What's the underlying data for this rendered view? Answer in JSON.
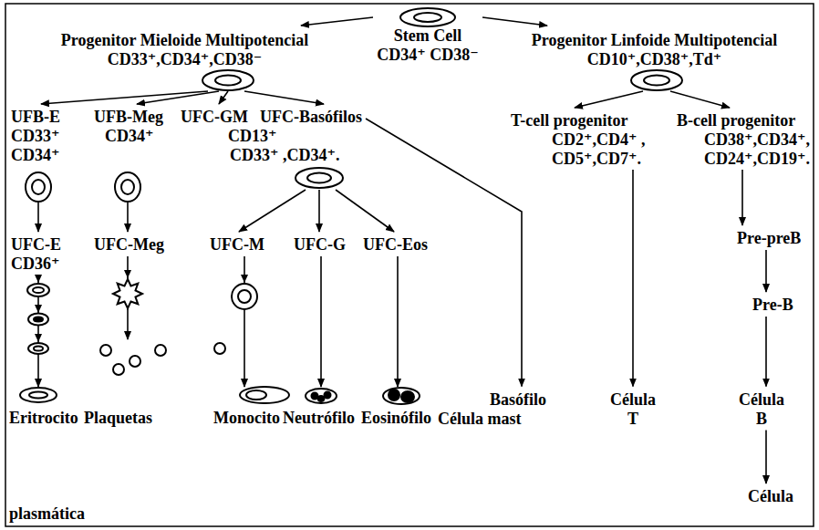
{
  "diagram": {
    "nodes": [
      {
        "text": [
          "Stem Cell",
          "CD34⁺ CD38⁻"
        ]
      },
      {
        "text": [
          "Progenitor Mieloide Multipotencial",
          "CD33⁺,CD34⁺,CD38⁻"
        ]
      },
      {
        "text": [
          "Progenitor Linfoide Multipotencial",
          "CD10⁺,CD38⁺,Td⁺"
        ]
      },
      {
        "text": [
          "UFB-E",
          "CD33⁺",
          "CD34⁺"
        ]
      },
      {
        "text": [
          "UFB-Meg",
          "CD34⁺"
        ]
      },
      {
        "text": [
          "UFC-GM",
          "CD13⁺",
          "CD33⁺ ,CD34⁺."
        ]
      },
      {
        "text": [
          "UFC-Basófilos"
        ]
      },
      {
        "text": [
          "T-cell progenitor",
          "CD2⁺,CD4⁺ ,",
          "CD5⁺,CD7⁺."
        ]
      },
      {
        "text": [
          "B-cell progenitor",
          "CD38⁺,CD34⁺,",
          "CD24⁺,CD19⁺."
        ]
      },
      {
        "text": [
          "UFC-E",
          "CD36⁺"
        ]
      },
      {
        "text": [
          "UFC-Meg"
        ]
      },
      {
        "text": [
          "UFC-M"
        ]
      },
      {
        "text": [
          "UFC-G"
        ]
      },
      {
        "text": [
          "UFC-Eos"
        ]
      },
      {
        "text": [
          "Pre-preB"
        ]
      },
      {
        "text": [
          "Pre-B"
        ]
      },
      {
        "text": [
          "Eritrocito"
        ]
      },
      {
        "text": [
          "Plaquetas"
        ]
      },
      {
        "text": [
          "Monocito"
        ]
      },
      {
        "text": [
          "Neutrófilo"
        ]
      },
      {
        "text": [
          "Eosinófilo"
        ]
      },
      {
        "text": [
          "Basófilo"
        ]
      },
      {
        "text": [
          "Célula T"
        ]
      },
      {
        "text": [
          "Célula B"
        ]
      },
      {
        "text": [
          "Célula"
        ]
      }
    ],
    "edges": [
      {
        "from": 0,
        "to": 1,
        "arrow": "to"
      },
      {
        "from": 0,
        "to": 2,
        "arrow": "to"
      },
      {
        "from": 1,
        "to": 3,
        "arrow": "to"
      },
      {
        "from": 1,
        "to": 4,
        "arrow": "to"
      },
      {
        "from": 1,
        "to": 5,
        "arrow": "to"
      },
      {
        "from": 1,
        "to": 6,
        "arrow": "to"
      },
      {
        "from": 2,
        "to": 7,
        "arrow": "to"
      },
      {
        "from": 2,
        "to": 8,
        "arrow": "to"
      },
      {
        "from": 3,
        "to": 9,
        "arrow": "to"
      },
      {
        "from": 4,
        "to": 10,
        "arrow": "to"
      },
      {
        "from": 5,
        "to": 11,
        "arrow": "to"
      },
      {
        "from": 5,
        "to": 12,
        "arrow": "to"
      },
      {
        "from": 5,
        "to": 13,
        "arrow": "to"
      },
      {
        "from": 6,
        "to": 21,
        "arrow": "to"
      },
      {
        "from": 7,
        "to": 22,
        "arrow": "to"
      },
      {
        "from": 8,
        "to": 14,
        "arrow": "to"
      },
      {
        "from": 14,
        "to": 15,
        "arrow": "to"
      },
      {
        "from": 15,
        "to": 23,
        "arrow": "to"
      },
      {
        "from": 23,
        "to": 24,
        "arrow": "to"
      },
      {
        "from": 9,
        "to": 16,
        "arrow": "to"
      },
      {
        "from": 10,
        "to": 17,
        "arrow": "to"
      },
      {
        "from": 11,
        "to": 18,
        "arrow": "to"
      },
      {
        "from": 12,
        "to": 19,
        "arrow": "to"
      },
      {
        "from": 13,
        "to": 20,
        "arrow": "to"
      }
    ],
    "labels": [
      "Célula mast",
      "plasmática"
    ]
  }
}
